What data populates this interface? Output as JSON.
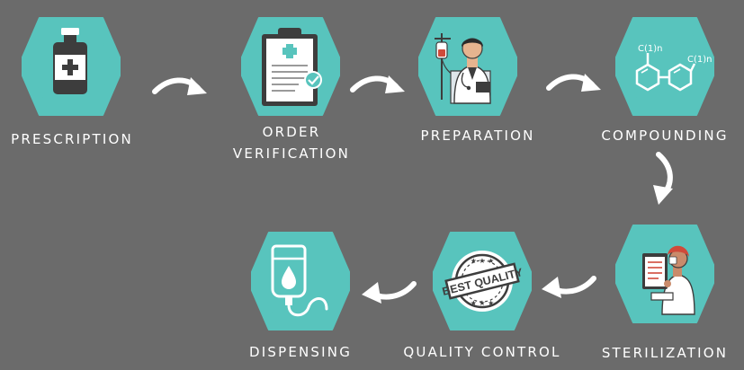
{
  "colors": {
    "background": "#6b6b6b",
    "hexagon": "#58c4bd",
    "label": "#ffffff",
    "arrow": "#ffffff"
  },
  "steps": [
    {
      "label_lines": [
        "PRESCRIPTION"
      ],
      "icon": "medicine-bottle-icon"
    },
    {
      "label_lines": [
        "ORDER",
        "VERIFICATION"
      ],
      "icon": "clipboard-check-icon"
    },
    {
      "label_lines": [
        "PREPARATION"
      ],
      "icon": "doctor-iv-icon"
    },
    {
      "label_lines": [
        "COMPOUNDING"
      ],
      "icon": "chemical-structure-icon"
    },
    {
      "label_lines": [
        "STERILIZATION"
      ],
      "icon": "nurse-clipboard-icon"
    },
    {
      "label_lines": [
        "QUALITY CONTROL"
      ],
      "icon": "best-quality-stamp-icon"
    },
    {
      "label_lines": [
        "DISPENSING"
      ],
      "icon": "iv-bag-icon"
    }
  ],
  "badge_text": "BEST QUALITY",
  "chem_labels": [
    "C(1)n",
    "C(1)n"
  ]
}
